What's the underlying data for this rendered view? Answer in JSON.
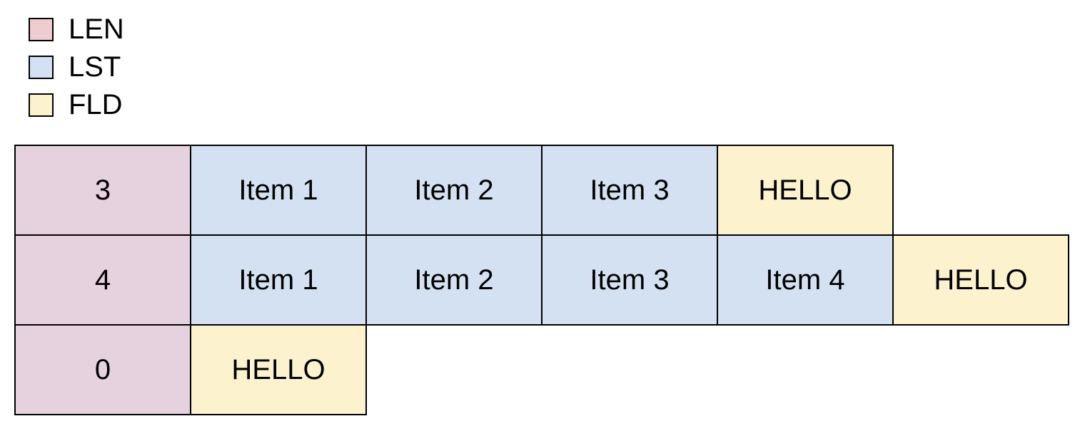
{
  "legend": {
    "items": [
      {
        "id": "len",
        "label": "LEN",
        "color": "#eecdd1"
      },
      {
        "id": "lst",
        "label": "LST",
        "color": "#d4e1f3"
      },
      {
        "id": "fld",
        "label": "FLD",
        "color": "#fcf2cd"
      }
    ]
  },
  "diagram": {
    "cell_colors": {
      "LEN": "#e6d1df",
      "LST": "#d4e1f2",
      "FLD": "#fcf2cd"
    },
    "border_color": "#000000",
    "rows": [
      {
        "cells": [
          {
            "type": "LEN",
            "text": "3"
          },
          {
            "type": "LST",
            "text": "Item 1"
          },
          {
            "type": "LST",
            "text": "Item 2"
          },
          {
            "type": "LST",
            "text": "Item 3"
          },
          {
            "type": "FLD",
            "text": "HELLO"
          }
        ]
      },
      {
        "cells": [
          {
            "type": "LEN",
            "text": "4"
          },
          {
            "type": "LST",
            "text": "Item 1"
          },
          {
            "type": "LST",
            "text": "Item 2"
          },
          {
            "type": "LST",
            "text": "Item 3"
          },
          {
            "type": "LST",
            "text": "Item 4"
          },
          {
            "type": "FLD",
            "text": "HELLO"
          }
        ]
      },
      {
        "cells": [
          {
            "type": "LEN",
            "text": "0"
          },
          {
            "type": "FLD",
            "text": "HELLO"
          }
        ]
      }
    ]
  }
}
